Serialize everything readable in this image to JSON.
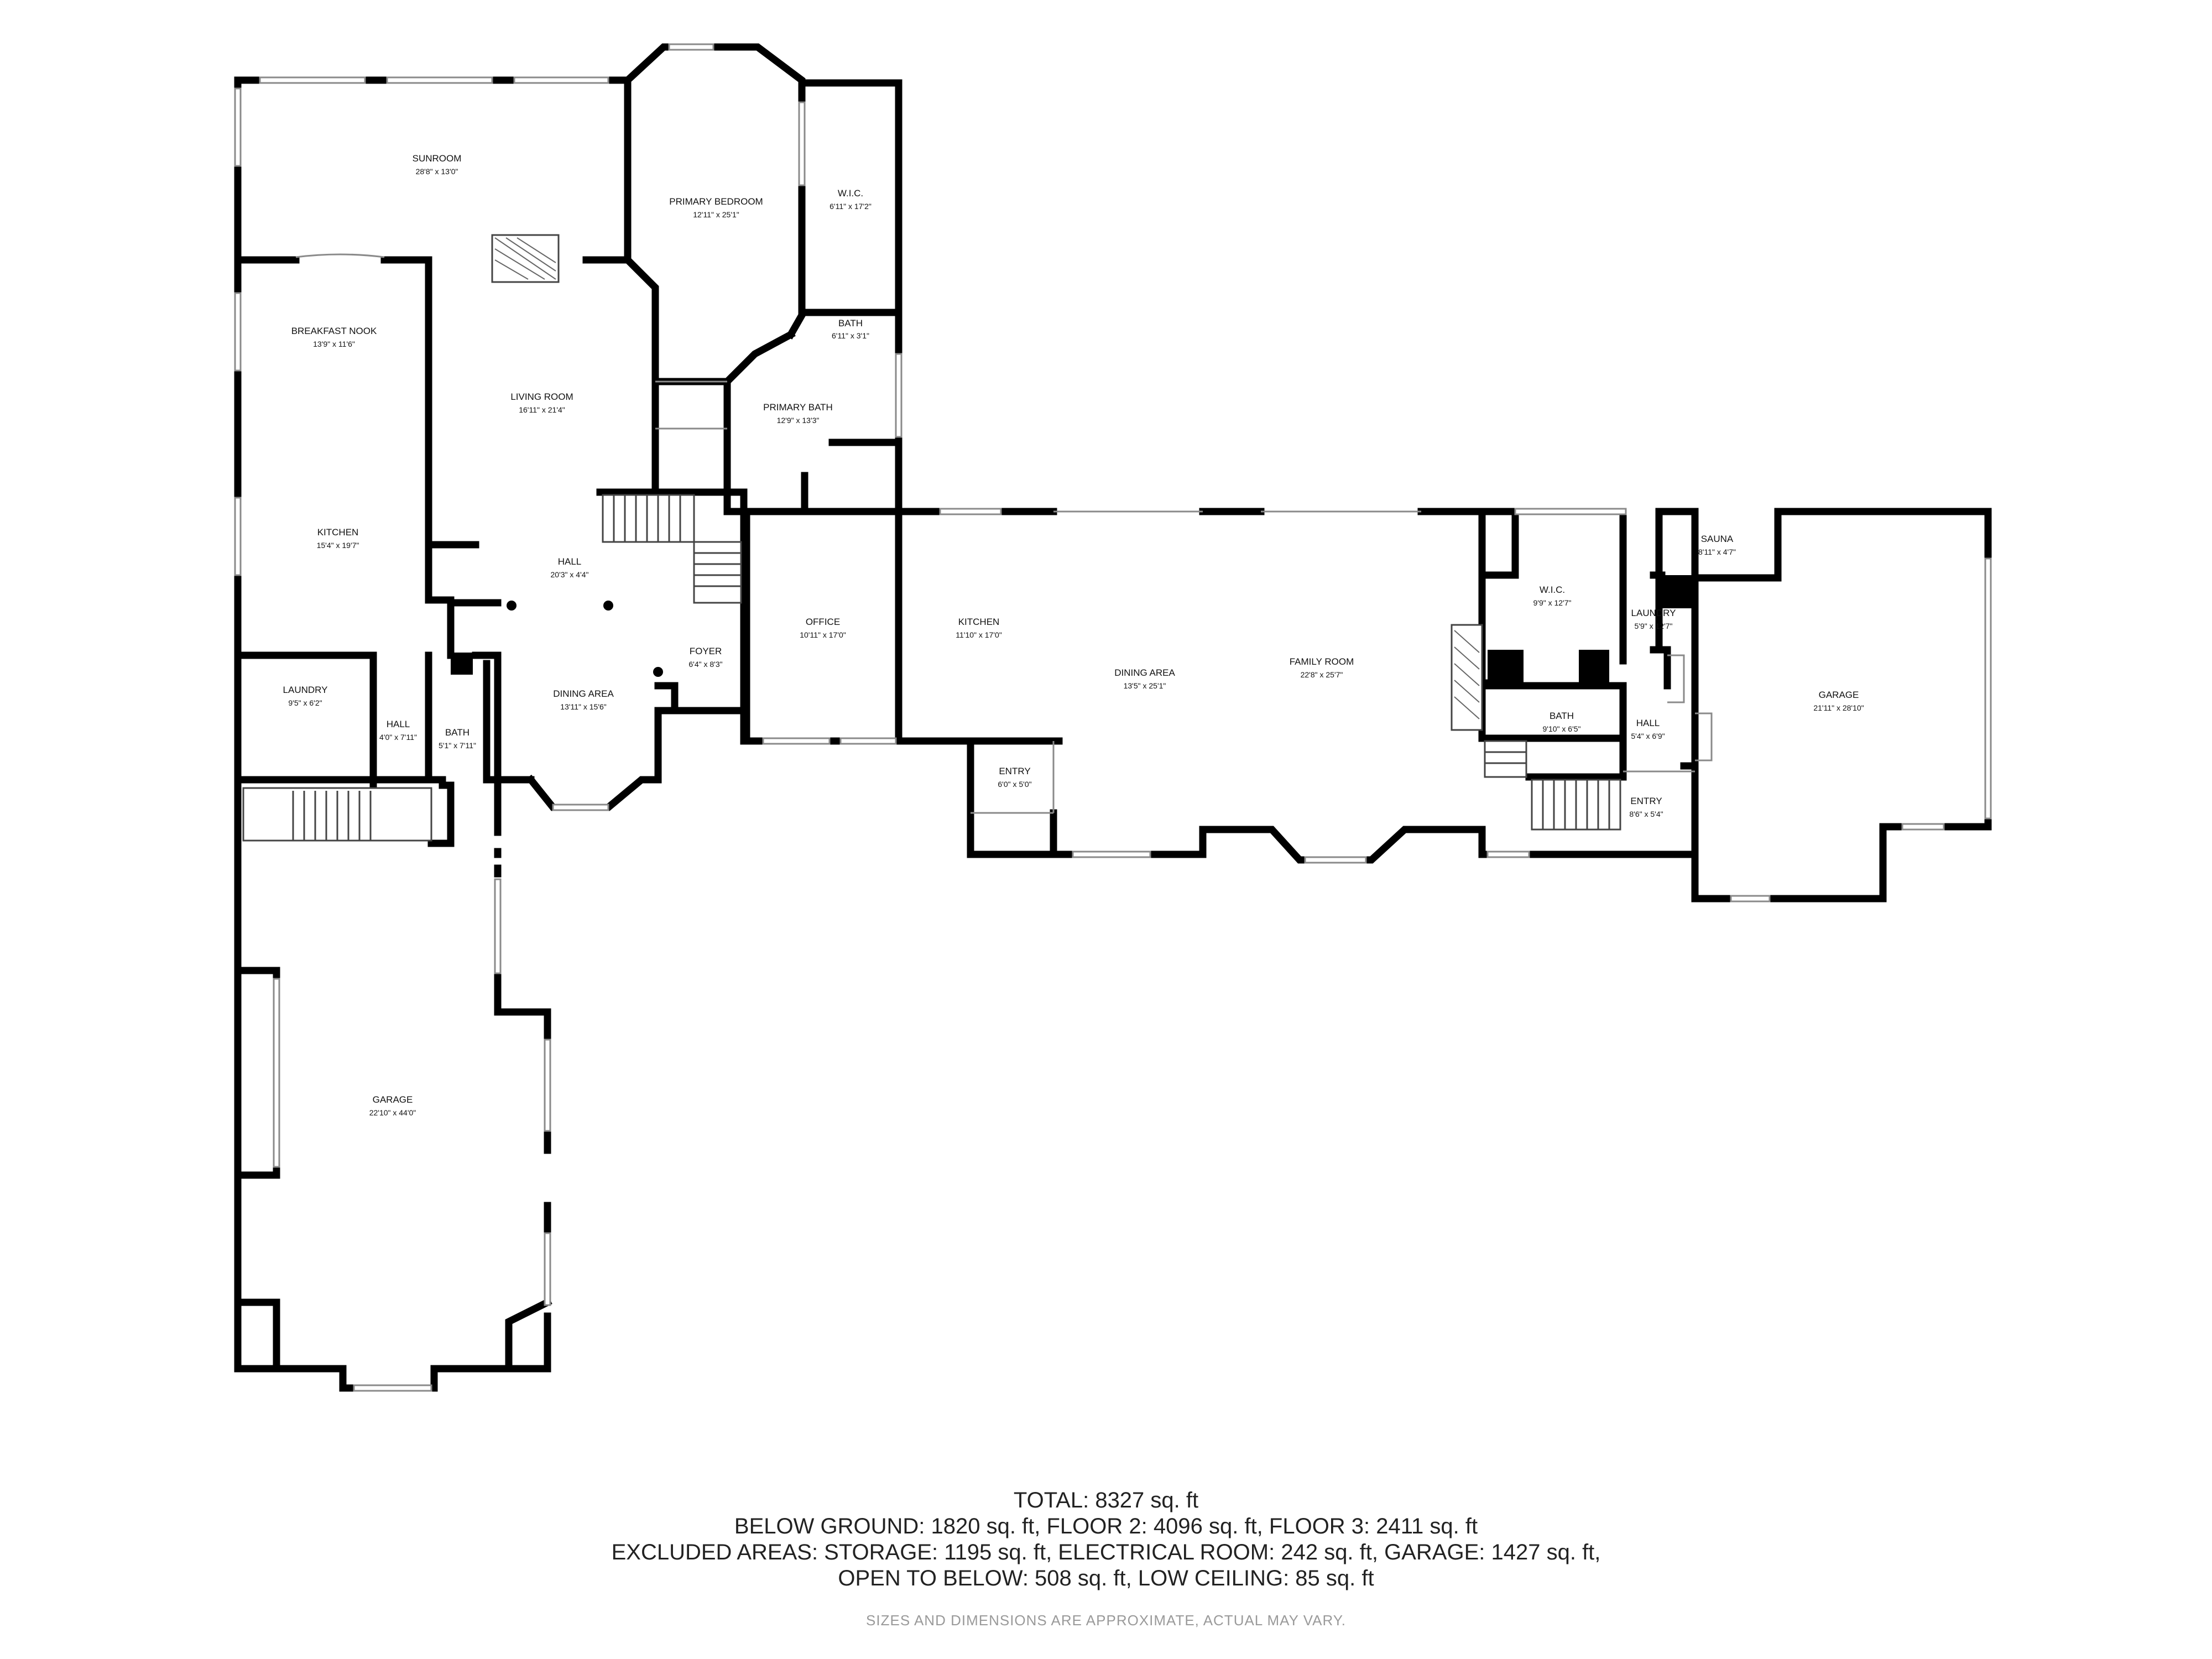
{
  "rooms": {
    "sunroom": {
      "name": "SUNROOM",
      "dims": "28'8\" x 13'0\""
    },
    "primary_bedroom": {
      "name": "PRIMARY BEDROOM",
      "dims": "12'11\" x 25'1\""
    },
    "wic_upper": {
      "name": "W.I.C.",
      "dims": "6'11\" x 17'2\""
    },
    "bath_upper": {
      "name": "BATH",
      "dims": "6'11\" x 3'1\""
    },
    "primary_bath": {
      "name": "PRIMARY BATH",
      "dims": "12'9\" x 13'3\""
    },
    "breakfast_nook": {
      "name": "BREAKFAST NOOK",
      "dims": "13'9\" x 11'6\""
    },
    "living_room": {
      "name": "LIVING ROOM",
      "dims": "16'11\" x 21'4\""
    },
    "kitchen_left": {
      "name": "KITCHEN",
      "dims": "15'4\" x 19'7\""
    },
    "hall_center": {
      "name": "HALL",
      "dims": "20'3\" x 4'4\""
    },
    "foyer": {
      "name": "FOYER",
      "dims": "6'4\" x 8'3\""
    },
    "dining_area_left": {
      "name": "DINING AREA",
      "dims": "13'11\" x 15'6\""
    },
    "laundry_left": {
      "name": "LAUNDRY",
      "dims": "9'5\" x 6'2\""
    },
    "hall_small": {
      "name": "HALL",
      "dims": "4'0\" x 7'11\""
    },
    "bath_small": {
      "name": "BATH",
      "dims": "5'1\" x 7'11\""
    },
    "office": {
      "name": "OFFICE",
      "dims": "10'11\" x 17'0\""
    },
    "garage_left": {
      "name": "GARAGE",
      "dims": "22'10\" x 44'0\""
    },
    "kitchen_mid": {
      "name": "KITCHEN",
      "dims": "11'10\" x 17'0\""
    },
    "dining_area_mid": {
      "name": "DINING AREA",
      "dims": "13'5\" x 25'1\""
    },
    "family_room": {
      "name": "FAMILY ROOM",
      "dims": "22'8\" x 25'7\""
    },
    "entry_mid": {
      "name": "ENTRY",
      "dims": "6'0\" x 5'0\""
    },
    "wic_right": {
      "name": "W.I.C.",
      "dims": "9'9\" x 12'7\""
    },
    "laundry_right": {
      "name": "LAUNDRY",
      "dims": "5'9\" x 12'7\""
    },
    "sauna": {
      "name": "SAUNA",
      "dims": "8'11\" x 4'7\""
    },
    "bath_right": {
      "name": "BATH",
      "dims": "9'10\" x 6'5\""
    },
    "hall_right": {
      "name": "HALL",
      "dims": "5'4\" x 6'9\""
    },
    "entry_right": {
      "name": "ENTRY",
      "dims": "8'6\" x 5'4\""
    },
    "garage_right": {
      "name": "GARAGE",
      "dims": "21'11\" x 28'10\""
    }
  },
  "summary": {
    "total": "TOTAL: 8327 sq. ft",
    "floors": "BELOW GROUND: 1820 sq. ft, FLOOR 2: 4096 sq. ft, FLOOR 3: 2411 sq. ft",
    "excluded": "EXCLUDED AREAS: STORAGE: 1195 sq. ft, ELECTRICAL ROOM: 242 sq. ft, GARAGE: 1427 sq. ft,",
    "open_to_below": "OPEN TO BELOW: 508 sq. ft, LOW CEILING: 85 sq. ft"
  },
  "disclaimer": "SIZES AND DIMENSIONS ARE APPROXIMATE, ACTUAL MAY VARY."
}
